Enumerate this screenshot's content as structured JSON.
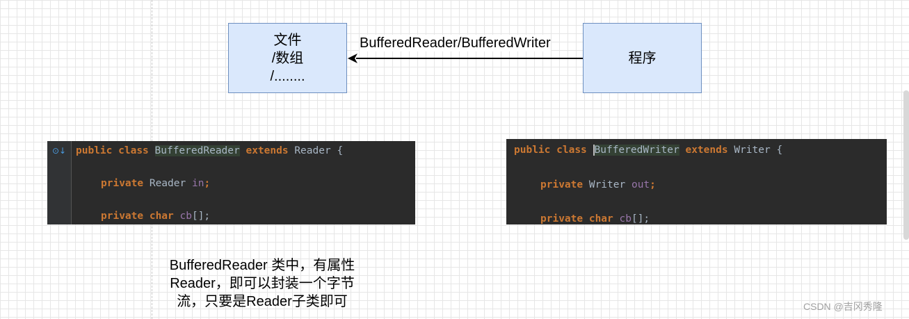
{
  "diagram": {
    "left_box": {
      "lines": [
        "文件",
        "/数组",
        "/........"
      ]
    },
    "right_box": {
      "label": "程序"
    },
    "edge": {
      "label": "BufferedReader/BufferedWriter"
    }
  },
  "code_left": {
    "line1": {
      "kw1": "public",
      "kw2": "class",
      "name": "BufferedReader",
      "kw3": "extends",
      "parent": "Reader",
      "brace": "{"
    },
    "line2": {
      "kw": "private",
      "type": "Reader",
      "field": "in",
      "end": ";"
    },
    "line3": {
      "kw1": "private",
      "kw2": "char",
      "field": "cb",
      "end": "[];"
    }
  },
  "code_right": {
    "line1": {
      "kw1": "public",
      "kw2": "class",
      "name": "BufferedWriter",
      "kw3": "extends",
      "parent": "Writer",
      "brace": "{"
    },
    "line2": {
      "kw": "private",
      "type": "Writer",
      "field": "out",
      "end": ";"
    },
    "line3": {
      "kw1": "private",
      "kw2": "char",
      "field": "cb",
      "end": "[];"
    }
  },
  "caption": {
    "lines": [
      "BufferedReader 类中，有属性",
      "Reader，即可以封装一个字节",
      "流，只要是Reader子类即可"
    ]
  },
  "watermark": "CSDN @吉冈秀隆",
  "colors": {
    "box_fill": "#dae8fc",
    "box_border": "#6c8ebf",
    "code_bg": "#2b2b2b",
    "keyword": "#cc7832",
    "field": "#9876aa"
  }
}
